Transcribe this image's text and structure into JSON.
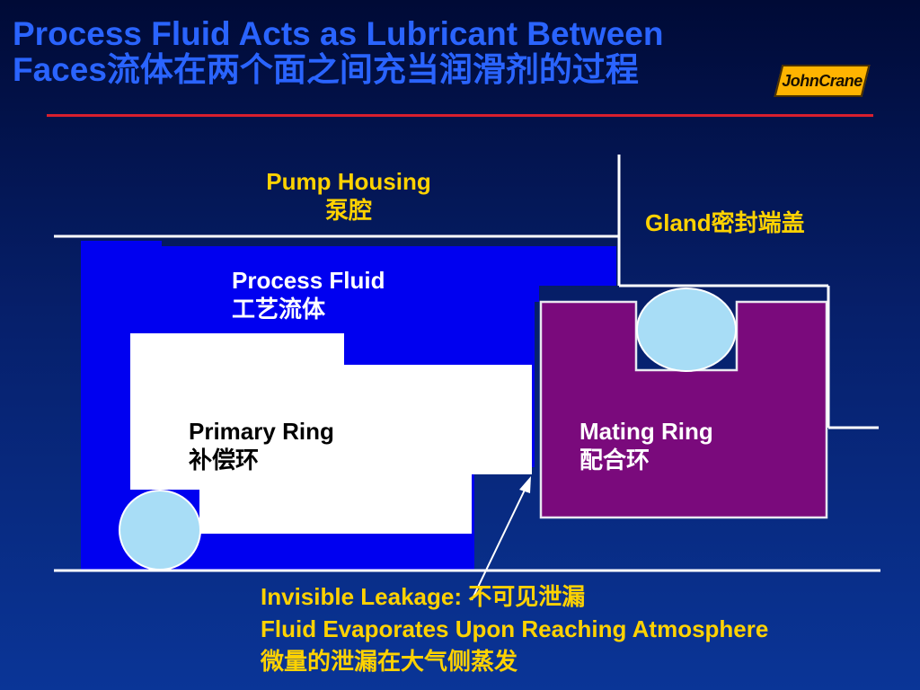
{
  "title": {
    "line1": "Process Fluid Acts as Lubricant Between",
    "line2": "Faces流体在两个面之间充当润滑剂的过程"
  },
  "logo": {
    "text": "JohnCrane"
  },
  "labels": {
    "pump_housing": {
      "en": "Pump Housing",
      "zh": "泵腔"
    },
    "gland": {
      "en": "Gland密封端盖"
    },
    "process_fluid": {
      "en": "Process Fluid",
      "zh": "工艺流体"
    },
    "primary_ring": {
      "en": "Primary Ring",
      "zh": "补偿环"
    },
    "mating_ring": {
      "en": "Mating Ring",
      "zh": "配合环"
    },
    "leakage": {
      "line1": "Invisible Leakage: 不可见泄漏",
      "line2": "Fluid Evaporates Upon Reaching Atmosphere",
      "line3": "微量的泄漏在大气侧蒸发"
    }
  },
  "colors": {
    "title": "#2a64ff",
    "accent_line": "#d81f2e",
    "label": "#ffd200",
    "process_fluid": "#0000f0",
    "mating_ring": "#7a0a7c",
    "o_ring": "#a8ddf6",
    "primary_ring": "#ffffff"
  }
}
